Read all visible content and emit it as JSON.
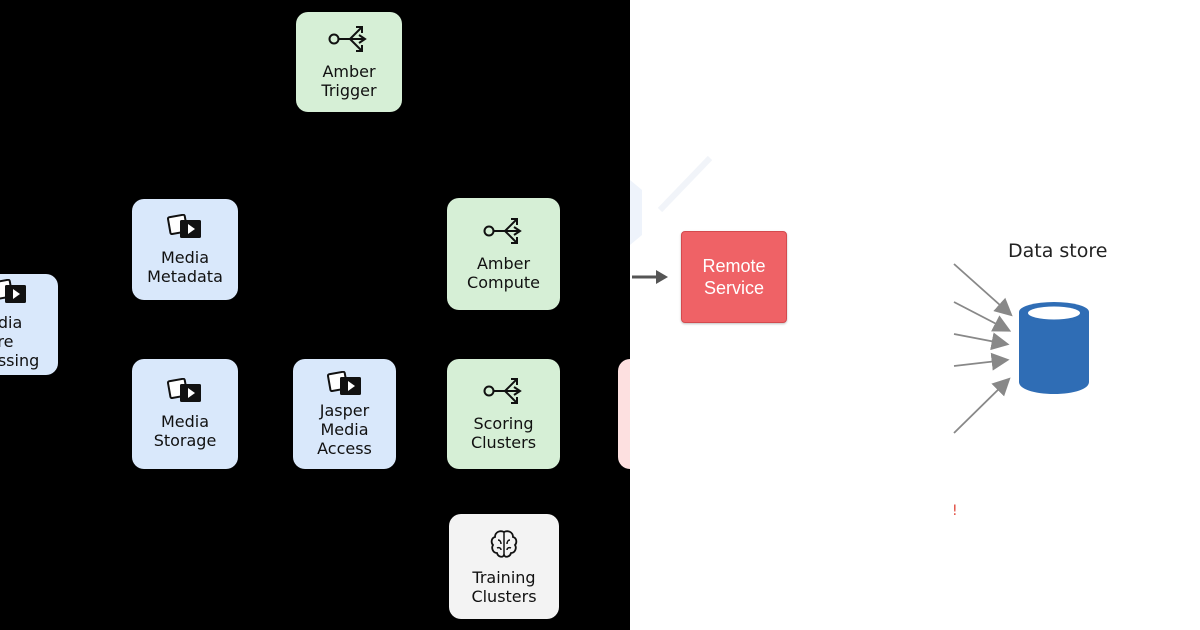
{
  "left": {
    "nodes": {
      "amber_trigger": "Amber\nTrigger",
      "media_metadata": "Media\nMetadata",
      "amber_compute": "Amber\nCompute",
      "media_preprocessing": "edia\nPre\nessing",
      "media_storage": "Media\nStorage",
      "jasper_media_access": "Jasper\nMedia\nAccess",
      "scoring_clusters": "Scoring\nClusters",
      "training_clusters": "Training\nClusters"
    }
  },
  "right": {
    "remote_service": "Remote\nService",
    "data_store_title": "Data store",
    "mark": "!"
  },
  "colors": {
    "blue_node": "#d9e8fb",
    "green_node": "#d6efd6",
    "grey_node": "#f3f3f3",
    "remote_service": "#ef6266",
    "database": "#2f6db5"
  }
}
